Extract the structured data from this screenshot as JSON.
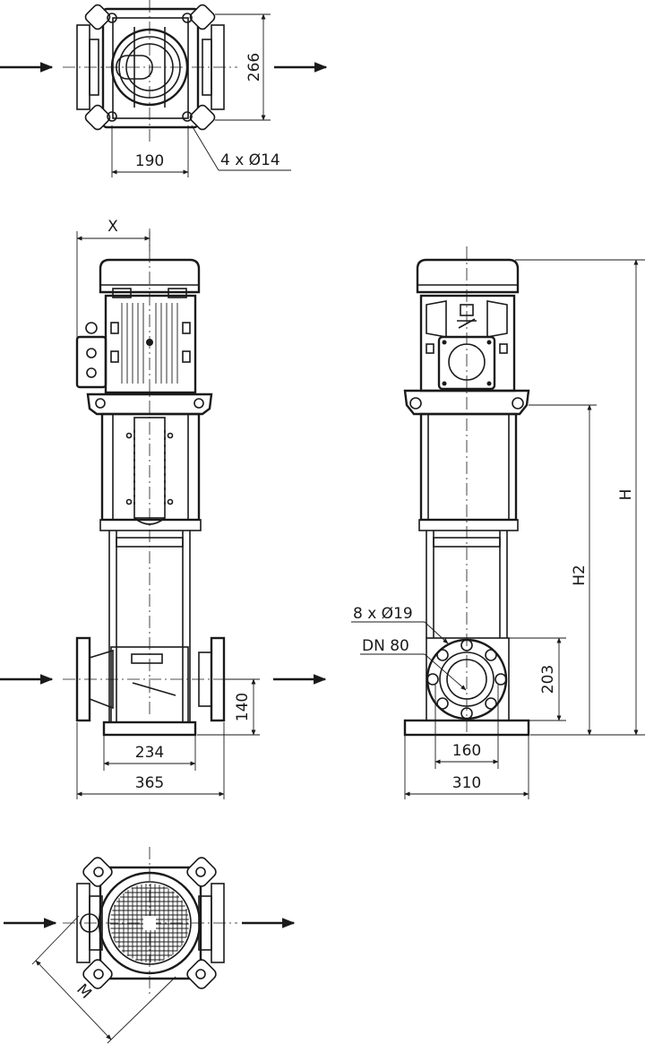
{
  "dimensions": {
    "top_height": "266",
    "top_width": "190",
    "bolt_holes": "4 x Ø14",
    "x_offset": "X",
    "flange_bolts": "8 x Ø19",
    "nominal_diameter": "DN 80",
    "base_inner": "234",
    "overall_width": "365",
    "inlet_height": "140",
    "flange_height": "203",
    "flange_spacing": "160",
    "base_width": "310",
    "overall_height": "H",
    "height_h2": "H2",
    "diagonal": "M"
  },
  "icons": {
    "flow_arrow": "flow-direction-arrow"
  }
}
